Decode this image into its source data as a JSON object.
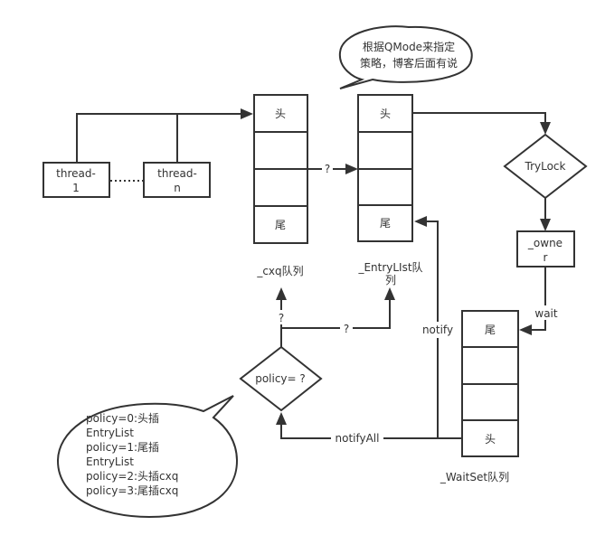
{
  "diagram": {
    "callout_top": {
      "line1": "根据QMode来指定",
      "line2": "策略，博客后面有说"
    },
    "threads": [
      {
        "line1": "thread-",
        "line2": "1"
      },
      {
        "line1": "thread-",
        "line2": "n"
      }
    ],
    "cxq": {
      "head": "头",
      "tail": "尾",
      "caption": "_cxq队列"
    },
    "entrylist": {
      "head": "头",
      "tail": "尾",
      "caption_line1": "_EntryLIst队",
      "caption_line2": "列"
    },
    "trylock": "TryLock",
    "owner": {
      "line1": "_owne",
      "line2": "r"
    },
    "waitset": {
      "tail": "尾",
      "head": "头",
      "caption": "_WaitSet队列"
    },
    "policy_decision": "policy= ?",
    "edge_labels": {
      "cxq_to_entrylist": "?",
      "policy_up": "?",
      "policy_right": "?",
      "wait": "wait",
      "notify": "notify",
      "notifyall": "notifyAll"
    },
    "callout_policy": [
      "policy=0:头插",
      "EntryList",
      "policy=1:尾插",
      "EntryList",
      "policy=2:头插cxq",
      "policy=3:尾插cxq"
    ]
  }
}
